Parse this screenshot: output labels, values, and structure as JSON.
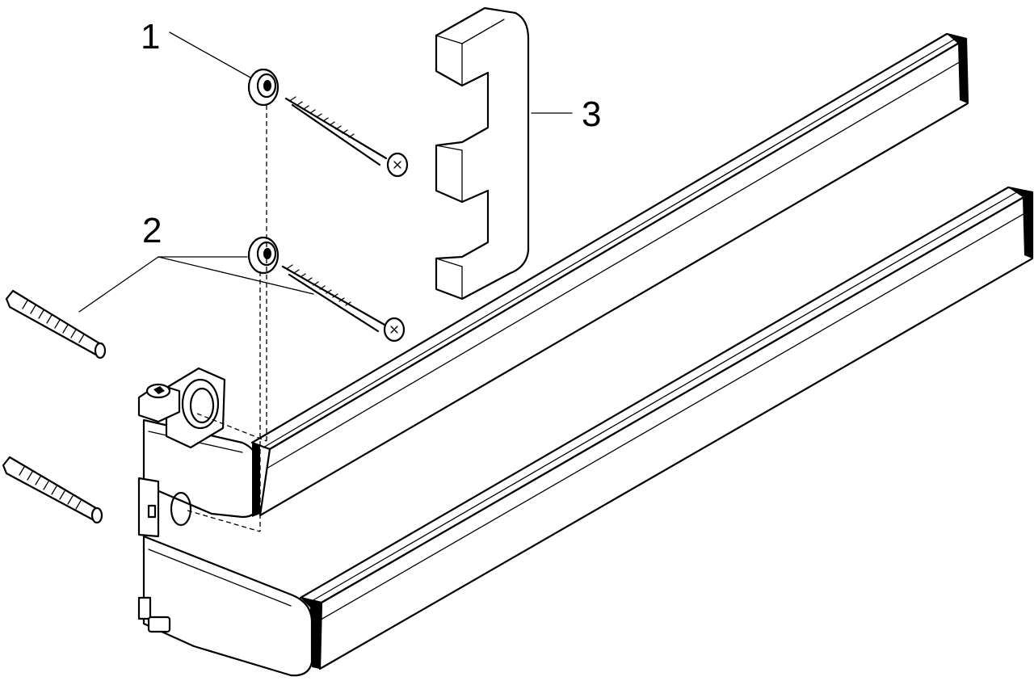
{
  "callouts": [
    {
      "label": "1"
    },
    {
      "label": "2"
    },
    {
      "label": "3"
    }
  ],
  "colors": {
    "line": "#000000",
    "background": "#ffffff"
  }
}
